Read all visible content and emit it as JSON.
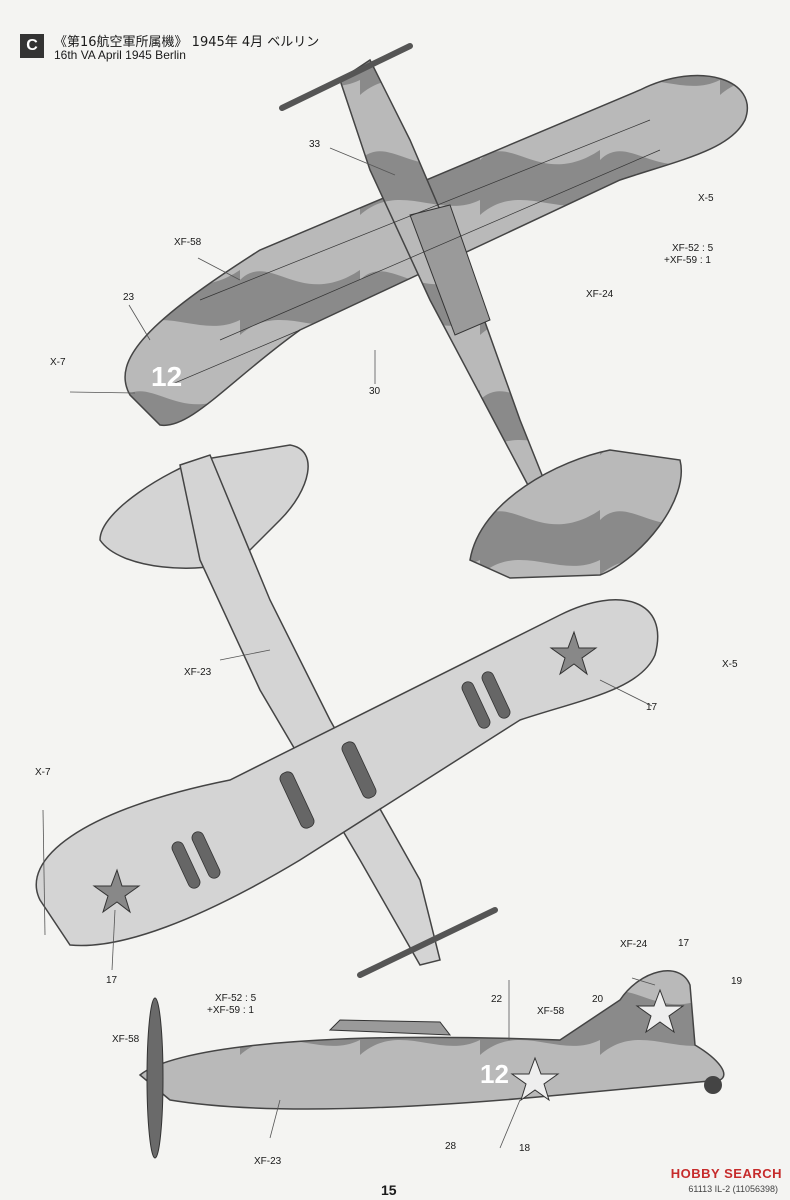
{
  "header": {
    "badge": "C",
    "title_jp": "《第16航空軍所属機》 1945年 4月 ベルリン",
    "title_en": "16th VA   April 1945   Berlin"
  },
  "views": {
    "top": {
      "callouts": [
        "XF-58",
        "X-7",
        "X-5",
        "XF-52 : 5",
        "+XF-59 : 1",
        "XF-24"
      ],
      "parts": [
        "33",
        "23",
        "30"
      ],
      "marking": "12"
    },
    "bottom": {
      "callouts": [
        "XF-23",
        "X-5",
        "X-7"
      ],
      "parts": [
        "17",
        "17"
      ]
    },
    "side": {
      "callouts": [
        "XF-24",
        "XF-52 : 5",
        "+XF-59 : 1",
        "XF-58",
        "XF-58",
        "XF-23"
      ],
      "parts": [
        "17",
        "19",
        "20",
        "22",
        "28",
        "18"
      ],
      "marking": "12"
    }
  },
  "colors": {
    "camo_light": "#b9b9b9",
    "camo_dark": "#8a8a8a",
    "underside": "#d4d4d4",
    "line": "#555555"
  },
  "footer": {
    "page_number": "15",
    "watermark": "HOBBY SEARCH",
    "product_code": "61113  IL-2 (11056398)"
  }
}
